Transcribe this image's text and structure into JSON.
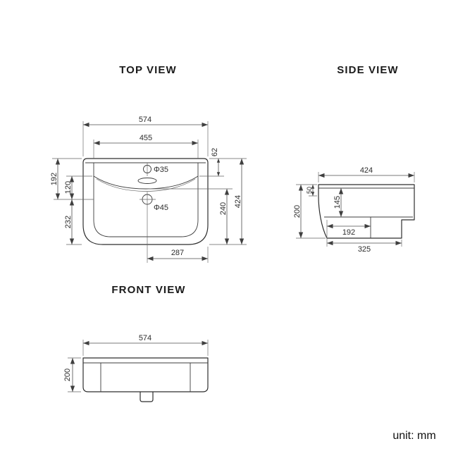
{
  "titles": {
    "top": "TOP VIEW",
    "side": "SIDE VIEW",
    "front": "FRONT VIEW"
  },
  "footer": {
    "unit": "unit: mm"
  },
  "top_view": {
    "width": "574",
    "inner_width": "455",
    "rim_to_bowl": "62",
    "back_to_drain": "192",
    "bowl_to_drain": "120",
    "drain_to_front": "232",
    "bowl_depth": "240",
    "overall_depth": "424",
    "drain_offset": "287",
    "faucet_hole": "Φ35",
    "drain_hole": "Φ45"
  },
  "side_view": {
    "depth": "424",
    "height": "200",
    "front_lip": "50",
    "bowl_height": "145",
    "bottom_inner": "192",
    "bottom_depth": "325"
  },
  "front_view": {
    "width": "574",
    "height": "200"
  }
}
